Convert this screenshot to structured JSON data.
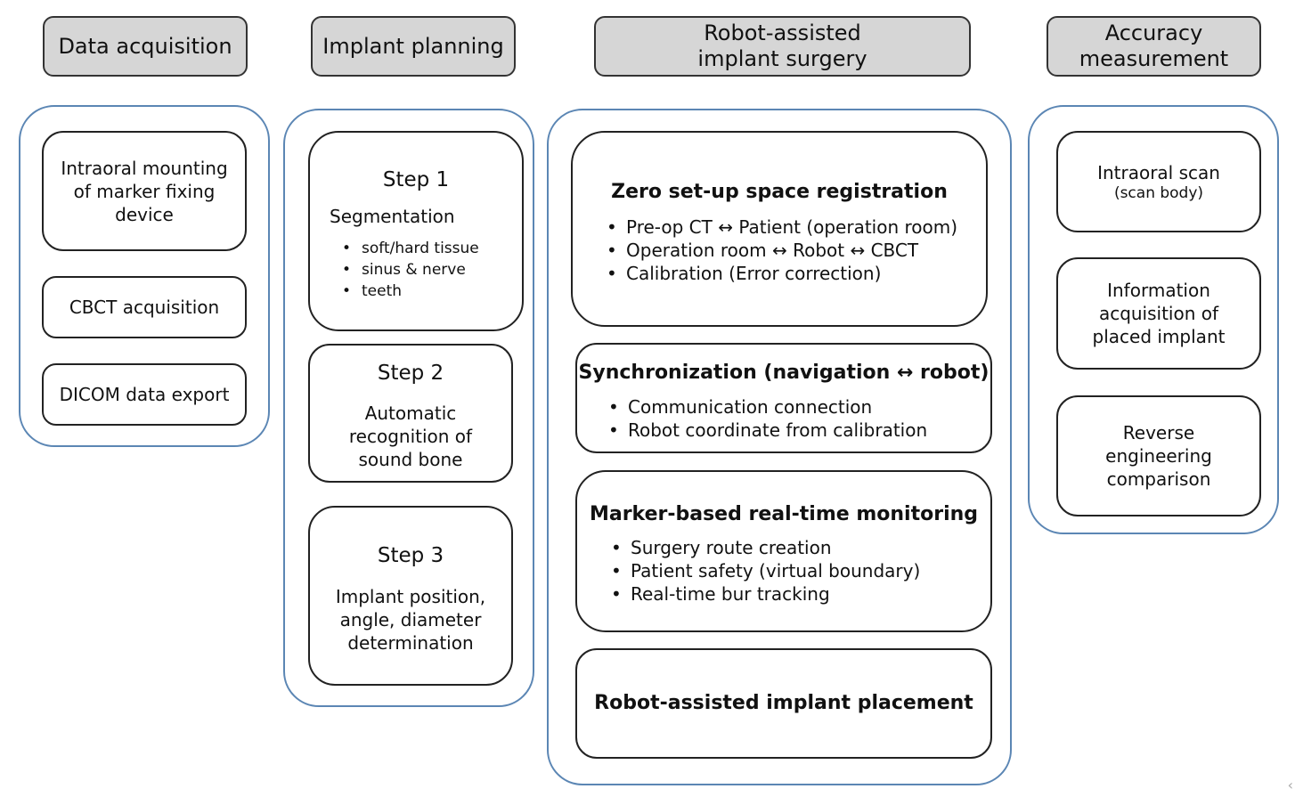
{
  "headers": {
    "data_acquisition": "Data acquisition",
    "implant_planning": "Implant planning",
    "robot_surgery": "Robot-assisted\nimplant surgery",
    "accuracy": "Accuracy\nmeasurement"
  },
  "data_acquisition": {
    "intraoral_mounting": "Intraoral mounting\nof marker fixing\ndevice",
    "cbct": "CBCT acquisition",
    "dicom": "DICOM data export"
  },
  "planning": {
    "step1": {
      "title": "Step 1",
      "subtitle": "Segmentation",
      "items": [
        "soft/hard tissue",
        "sinus & nerve",
        "teeth"
      ]
    },
    "step2": {
      "title": "Step 2",
      "text": "Automatic\nrecognition of\nsound bone"
    },
    "step3": {
      "title": "Step 3",
      "text": "Implant position,\nangle, diameter\ndetermination"
    }
  },
  "surgery": {
    "registration": {
      "title": "Zero set-up space registration",
      "items": [
        "Pre-op CT ↔ Patient (operation room)",
        "Operation room ↔ Robot ↔ CBCT",
        "Calibration (Error correction)"
      ]
    },
    "synchronization": {
      "title": "Synchronization (navigation ↔ robot)",
      "items": [
        "Communication connection",
        "Robot coordinate from calibration"
      ]
    },
    "monitoring": {
      "title": "Marker-based real-time monitoring",
      "items": [
        "Surgery route creation",
        "Patient safety (virtual boundary)",
        "Real-time bur tracking"
      ]
    },
    "placement": {
      "title": "Robot-assisted implant placement"
    }
  },
  "accuracy": {
    "intraoral_scan": "Intraoral scan",
    "scan_body": "(scan body)",
    "information": "Information\nacquisition of\nplaced implant",
    "reverse": "Reverse\nengineering\ncomparison"
  },
  "colors": {
    "header_fill": "#d6d6d6",
    "group_border": "#5b86b4",
    "box_border": "#222222"
  }
}
